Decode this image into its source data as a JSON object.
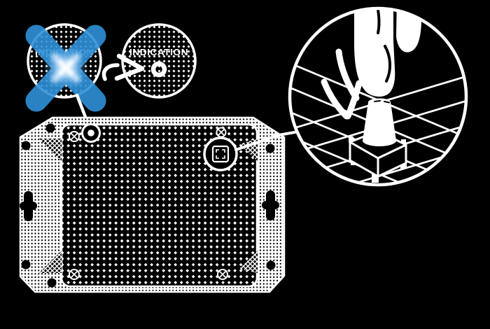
{
  "labels": {
    "wrong_indication": "INDICATION",
    "correct_indication": "INDICATION"
  },
  "colors": {
    "background": "#000000",
    "line": "#ffffff",
    "cross_blue": "#2f91d8",
    "glow_core": "#eaf6ff"
  },
  "icons": {
    "cross_out": "blue-x-cross-out",
    "transition_arrow": "hand-drawn-right-arrow",
    "press_arrow": "hand-drawn-down-arrow",
    "screw": "cross-head-screw",
    "keyhole": "keyhole-mount-slot",
    "led": "indicator-led-dot",
    "button": "reset-button-square",
    "finger": "finger-pressing-switch"
  }
}
